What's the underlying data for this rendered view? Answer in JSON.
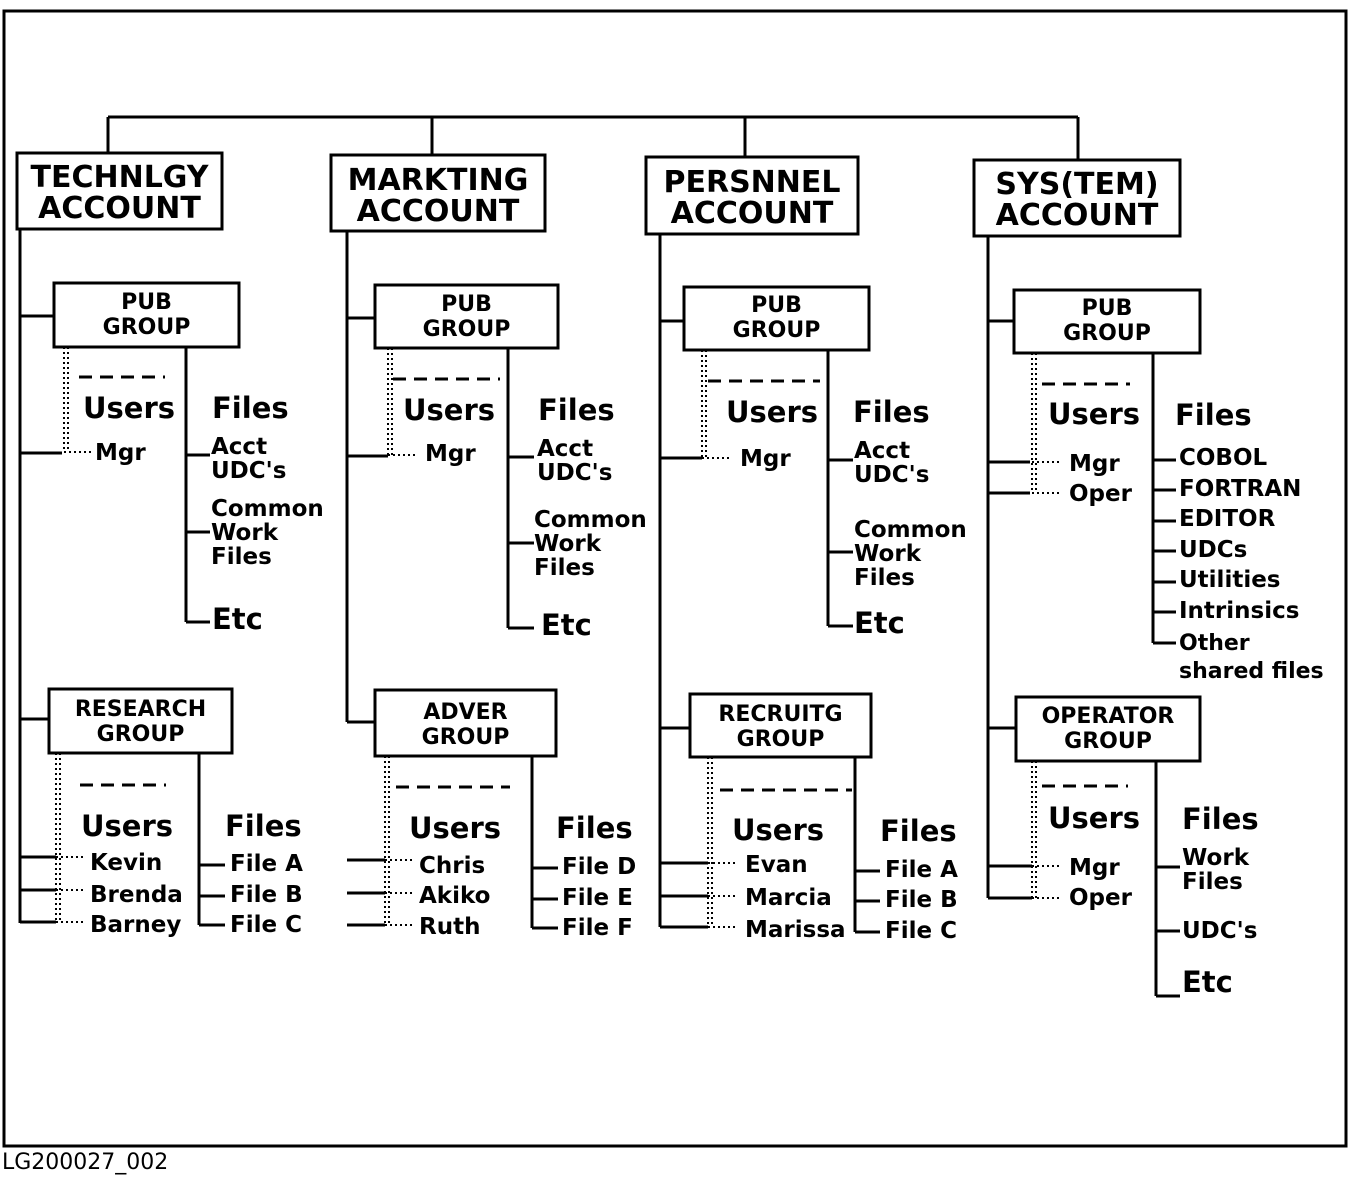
{
  "caption": "LG200027_002",
  "accounts": [
    {
      "title": "TECHNLGY\nACCOUNT",
      "groups": [
        {
          "title": "PUB\nGROUP",
          "users_label": "Users",
          "files_label": "Files",
          "users": [
            "Mgr"
          ],
          "files": [
            "Acct\nUDC's",
            "Common\nWork\nFiles"
          ],
          "etc": "Etc"
        },
        {
          "title": "RESEARCH\nGROUP",
          "users_label": "Users",
          "files_label": "Files",
          "users": [
            "Kevin",
            "Brenda",
            "Barney"
          ],
          "files": [
            "File A",
            "File B",
            "File C"
          ]
        }
      ]
    },
    {
      "title": "MARKTING\nACCOUNT",
      "groups": [
        {
          "title": "PUB\nGROUP",
          "users_label": "Users",
          "files_label": "Files",
          "users": [
            "Mgr"
          ],
          "files": [
            "Acct\nUDC's",
            "Common\nWork\nFiles"
          ],
          "etc": "Etc"
        },
        {
          "title": "ADVER\nGROUP",
          "users_label": "Users",
          "files_label": "Files",
          "users": [
            "Chris",
            "Akiko",
            "Ruth"
          ],
          "files": [
            "File D",
            "File E",
            "File F"
          ]
        }
      ]
    },
    {
      "title": "PERSNNEL\nACCOUNT",
      "groups": [
        {
          "title": "PUB\nGROUP",
          "users_label": "Users",
          "files_label": "Files",
          "users": [
            "Mgr"
          ],
          "files": [
            "Acct\nUDC's",
            "Common\nWork\nFiles"
          ],
          "etc": "Etc"
        },
        {
          "title": "RECRUITG\nGROUP",
          "users_label": "Users",
          "files_label": "Files",
          "users": [
            "Evan",
            "Marcia",
            "Marissa"
          ],
          "files": [
            "File A",
            "File B",
            "File C"
          ]
        }
      ]
    },
    {
      "title": "SYS(TEM)\nACCOUNT",
      "groups": [
        {
          "title": "PUB\nGROUP",
          "users_label": "Users",
          "files_label": "Files",
          "users": [
            "Mgr",
            "Oper"
          ],
          "files": [
            "COBOL",
            "FORTRAN",
            "EDITOR",
            "UDCs",
            "Utilities",
            "Intrinsics",
            "Other\nshared files"
          ]
        },
        {
          "title": "OPERATOR\nGROUP",
          "users_label": "Users",
          "files_label": "Files",
          "users": [
            "Mgr",
            "Oper"
          ],
          "files": [
            "Work\nFiles",
            "UDC's"
          ],
          "etc": "Etc"
        }
      ]
    }
  ]
}
